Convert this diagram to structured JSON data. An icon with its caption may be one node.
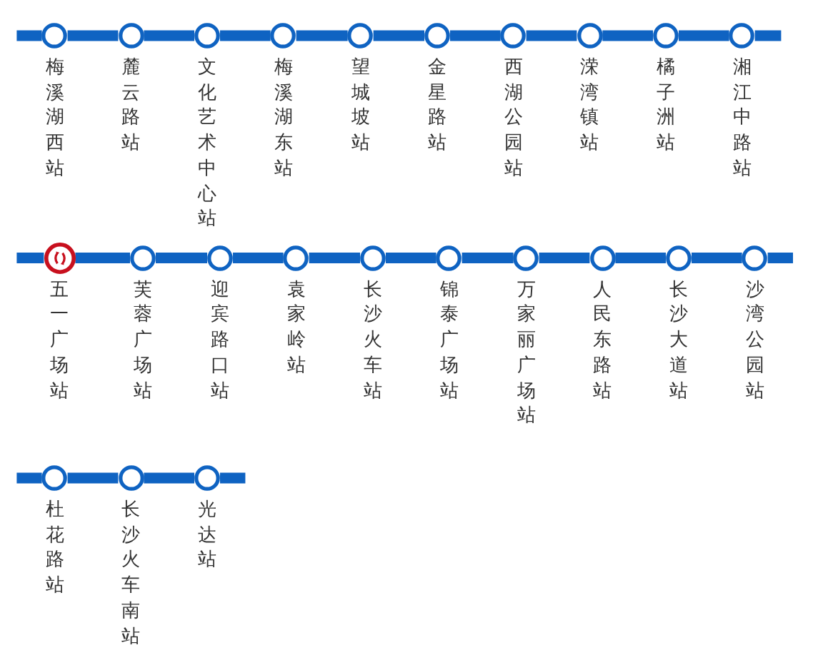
{
  "diagram": {
    "nodes": [
      {
        "text": [
          "梅溪湖西站"
        ]
      },
      {
        "text": [
          "麓云路站"
        ]
      },
      {
        "text": [
          "文化艺术中心站"
        ]
      },
      {
        "text": [
          "梅溪湖东站"
        ]
      },
      {
        "text": [
          "望城坡站"
        ]
      },
      {
        "text": [
          "金星路站"
        ]
      },
      {
        "text": [
          "西湖公园站"
        ]
      },
      {
        "text": [
          "溁湾镇站"
        ]
      },
      {
        "text": [
          "橘子洲站"
        ]
      },
      {
        "text": [
          "湘江中路站"
        ]
      },
      {
        "text": [
          "五一广场站"
        ]
      },
      {
        "text": [
          "芙蓉广场站"
        ]
      },
      {
        "text": [
          "迎宾路口站"
        ]
      },
      {
        "text": [
          "袁家岭站"
        ]
      },
      {
        "text": [
          "长沙火车站"
        ]
      },
      {
        "text": [
          "锦泰广场站"
        ]
      },
      {
        "text": [
          "万家丽广场站"
        ]
      },
      {
        "text": [
          "人民东路站"
        ]
      },
      {
        "text": [
          "长沙大道站"
        ]
      },
      {
        "text": [
          "沙湾公园站"
        ]
      },
      {
        "text": [
          "杜花路站"
        ]
      },
      {
        "text": [
          "长沙火车南站"
        ]
      },
      {
        "text": [
          "光达站"
        ]
      }
    ],
    "edges": [
      {
        "from": null,
        "to": 0,
        "arrow": "none"
      },
      {
        "from": 0,
        "to": 1,
        "arrow": "none"
      },
      {
        "from": 1,
        "to": 2,
        "arrow": "none"
      },
      {
        "from": 2,
        "to": 3,
        "arrow": "none"
      },
      {
        "from": 3,
        "to": 4,
        "arrow": "none"
      },
      {
        "from": 4,
        "to": 5,
        "arrow": "none"
      },
      {
        "from": 5,
        "to": 6,
        "arrow": "none"
      },
      {
        "from": 6,
        "to": 7,
        "arrow": "none"
      },
      {
        "from": 7,
        "to": 8,
        "arrow": "none"
      },
      {
        "from": 8,
        "to": 9,
        "arrow": "none"
      },
      {
        "from": 9,
        "to": null,
        "arrow": "none"
      },
      {
        "from": null,
        "to": 10,
        "arrow": "none"
      },
      {
        "from": 10,
        "to": 11,
        "arrow": "none"
      },
      {
        "from": 11,
        "to": 12,
        "arrow": "none"
      },
      {
        "from": 12,
        "to": 13,
        "arrow": "none"
      },
      {
        "from": 13,
        "to": 14,
        "arrow": "none"
      },
      {
        "from": 14,
        "to": 15,
        "arrow": "none"
      },
      {
        "from": 15,
        "to": 16,
        "arrow": "none"
      },
      {
        "from": 16,
        "to": 17,
        "arrow": "none"
      },
      {
        "from": 17,
        "to": 18,
        "arrow": "none"
      },
      {
        "from": 18,
        "to": 19,
        "arrow": "none"
      },
      {
        "from": 19,
        "to": null,
        "arrow": "none"
      },
      {
        "from": null,
        "to": 20,
        "arrow": "none"
      },
      {
        "from": 20,
        "to": 21,
        "arrow": "none"
      },
      {
        "from": 21,
        "to": 22,
        "arrow": "none"
      },
      {
        "from": 22,
        "to": null,
        "arrow": "none"
      }
    ]
  }
}
